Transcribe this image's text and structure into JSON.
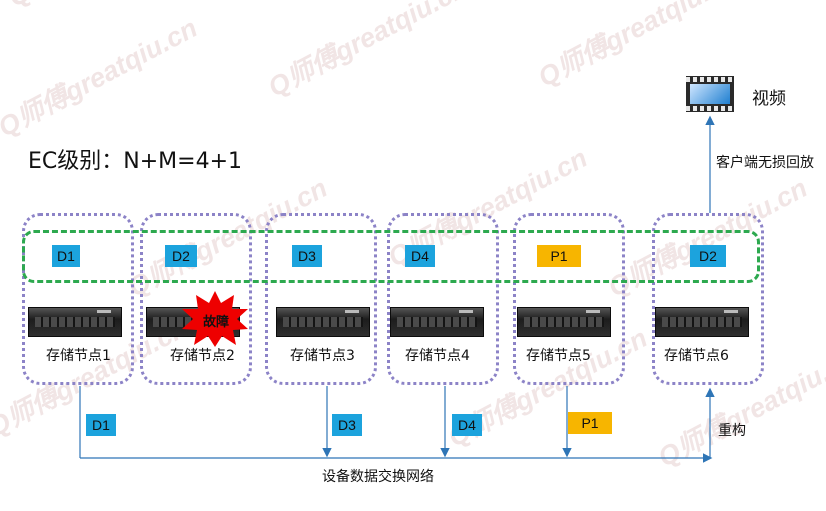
{
  "watermark": "Q师傅greatqiu.cn",
  "title": "EC级别：N+M=4+1",
  "video_label": "视频",
  "client_label": "客户端无损回放",
  "rebuild_label": "重构",
  "network_label": "设备数据交换网络",
  "fault_label": "故障",
  "stripe_blocks": [
    {
      "label": "D1",
      "kind": "data"
    },
    {
      "label": "D2",
      "kind": "data"
    },
    {
      "label": "D3",
      "kind": "data"
    },
    {
      "label": "D4",
      "kind": "data"
    },
    {
      "label": "P1",
      "kind": "parity"
    },
    {
      "label": "D2",
      "kind": "data"
    }
  ],
  "nodes": [
    {
      "label": "存储节点1"
    },
    {
      "label": "存储节点2"
    },
    {
      "label": "存储节点3"
    },
    {
      "label": "存储节点4"
    },
    {
      "label": "存储节点5"
    },
    {
      "label": "存储节点6"
    }
  ],
  "transfer_blocks": [
    {
      "label": "D1",
      "kind": "data"
    },
    {
      "label": "D3",
      "kind": "data"
    },
    {
      "label": "D4",
      "kind": "data"
    },
    {
      "label": "P1",
      "kind": "parity"
    }
  ],
  "colors": {
    "data_block": "#1ca3dd",
    "parity_block": "#f7b500",
    "node_border": "#8c83c7",
    "stripe_border": "#2da94f",
    "arrow": "#2e75b6",
    "fault_burst": "#ee0000"
  },
  "icons": {
    "video": "video-film-icon",
    "fault": "fault-burst-icon",
    "server": "server-rack-icon"
  }
}
